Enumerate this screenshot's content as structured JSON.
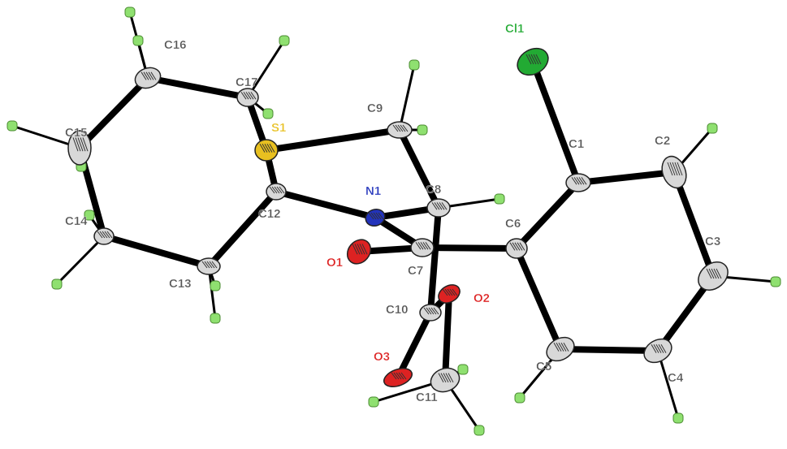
{
  "title": "Molecular structure (thermal ellipsoid plot)",
  "colors": {
    "C": "#d8d8d8",
    "Cl": "#22aa33",
    "N": "#2233bb",
    "O": "#dd2222",
    "S": "#e8c020",
    "H": "#8fe070",
    "bond": "#000000",
    "label_C": "#555555"
  },
  "atoms": [
    {
      "id": "Cl1",
      "element": "Cl"
    },
    {
      "id": "C1",
      "element": "C"
    },
    {
      "id": "C2",
      "element": "C"
    },
    {
      "id": "C3",
      "element": "C"
    },
    {
      "id": "C4",
      "element": "C"
    },
    {
      "id": "C5",
      "element": "C"
    },
    {
      "id": "C6",
      "element": "C"
    },
    {
      "id": "C7",
      "element": "C"
    },
    {
      "id": "C8",
      "element": "C"
    },
    {
      "id": "C9",
      "element": "C"
    },
    {
      "id": "C10",
      "element": "C"
    },
    {
      "id": "C11",
      "element": "C"
    },
    {
      "id": "O1",
      "element": "O"
    },
    {
      "id": "O2",
      "element": "O"
    },
    {
      "id": "O3",
      "element": "O"
    },
    {
      "id": "N1",
      "element": "N"
    },
    {
      "id": "S1",
      "element": "S"
    },
    {
      "id": "C12",
      "element": "C"
    },
    {
      "id": "C13",
      "element": "C"
    },
    {
      "id": "C14",
      "element": "C"
    },
    {
      "id": "C15",
      "element": "C"
    },
    {
      "id": "C16",
      "element": "C"
    },
    {
      "id": "C17",
      "element": "C"
    }
  ],
  "bonds": [
    [
      "Cl1",
      "C1"
    ],
    [
      "C1",
      "C2"
    ],
    [
      "C2",
      "C3"
    ],
    [
      "C3",
      "C4"
    ],
    [
      "C4",
      "C5"
    ],
    [
      "C5",
      "C6"
    ],
    [
      "C6",
      "C1"
    ],
    [
      "C7",
      "C6"
    ],
    [
      "N1",
      "C8"
    ],
    [
      "N1",
      "C7"
    ],
    [
      "C7",
      "O1"
    ],
    [
      "C8",
      "C9"
    ],
    [
      "C8",
      "C10"
    ],
    [
      "C9",
      "S1"
    ],
    [
      "S1",
      "C12"
    ],
    [
      "S1",
      "C17"
    ],
    [
      "C12",
      "N1"
    ],
    [
      "C12",
      "C13"
    ],
    [
      "C13",
      "C14"
    ],
    [
      "C14",
      "C15"
    ],
    [
      "C15",
      "C16"
    ],
    [
      "C16",
      "C17"
    ],
    [
      "C10",
      "O2"
    ],
    [
      "O2",
      "C11"
    ],
    [
      "C10",
      "O3"
    ]
  ]
}
